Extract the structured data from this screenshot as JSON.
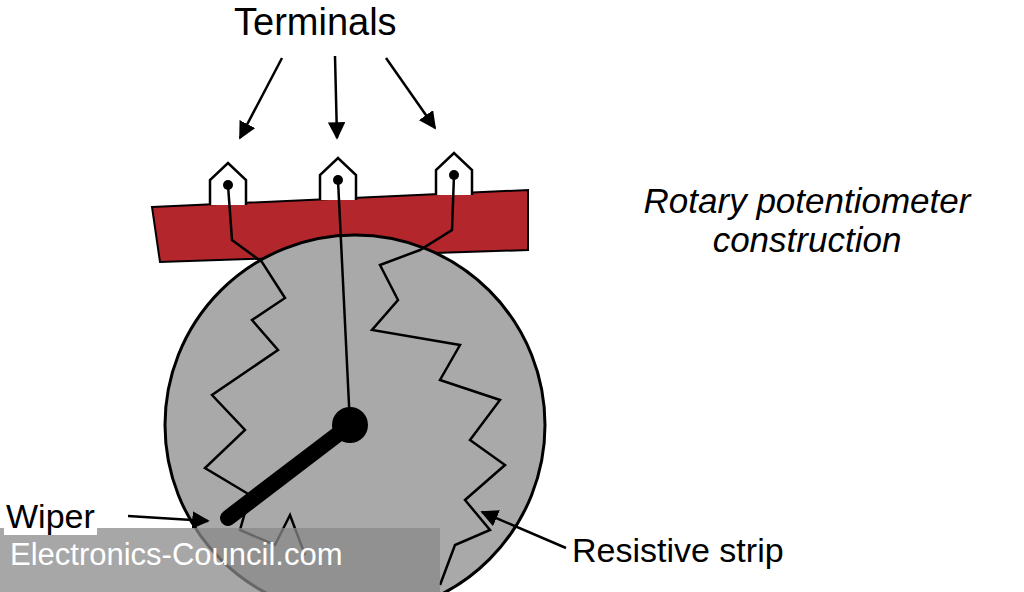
{
  "diagram": {
    "labels": [
      "Terminals",
      "Rotary potentiometer construction",
      "Wiper",
      "Resistive strip",
      "Electronics-Council.com"
    ]
  }
}
